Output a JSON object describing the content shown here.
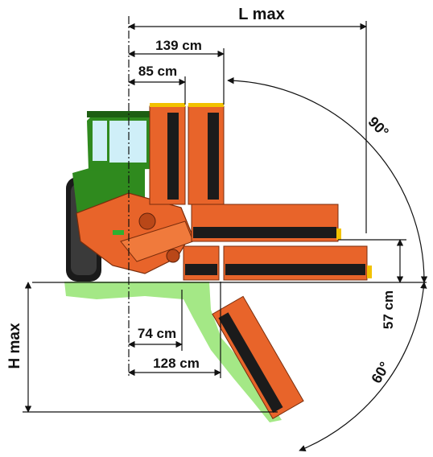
{
  "labels": {
    "l_max": "L max",
    "h_max": "H max",
    "dim_139": "139 cm",
    "dim_85": "85 cm",
    "dim_74": "74 cm",
    "dim_128": "128 cm",
    "dim_57": "57 cm",
    "angle_90": "90°",
    "angle_60": "60°"
  },
  "colors": {
    "tractor_green": "#2f8a1e",
    "tractor_green_dark": "#1d5e12",
    "implement_orange": "#e8642a",
    "implement_orange_dark": "#b94718",
    "roller_black": "#1b1b1b",
    "ground_green": "#a4e886",
    "accent_yellow": "#f2c200",
    "line": "#111111"
  }
}
